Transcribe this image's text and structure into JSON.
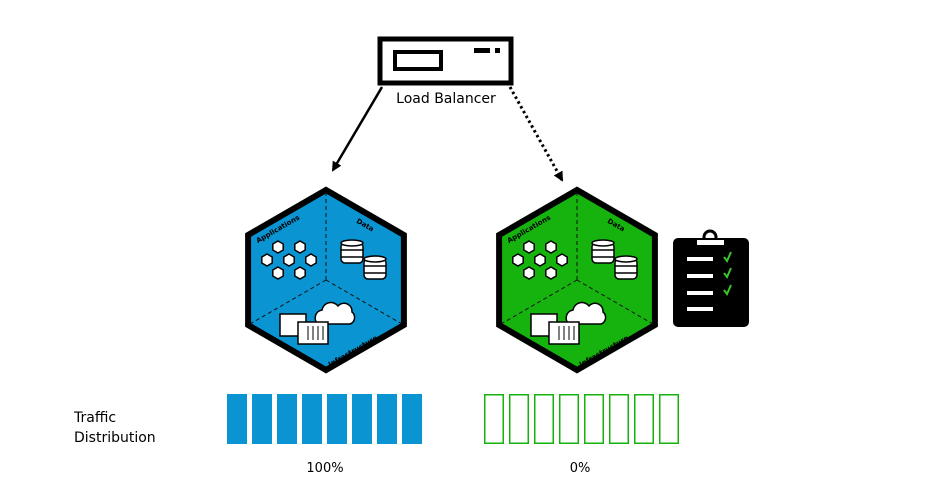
{
  "load_balancer": {
    "label": "Load Balancer",
    "icon": "server-icon"
  },
  "environments": [
    {
      "name": "blue",
      "color": "#0a94d2",
      "connection": "solid",
      "sections": {
        "applications": "Applications",
        "data": "Data",
        "infrastructure": "Infrastructure"
      },
      "traffic_percent_label": "100%",
      "traffic_fraction": 1.0
    },
    {
      "name": "green",
      "color": "#16b30f",
      "connection": "dotted",
      "sections": {
        "applications": "Applications",
        "data": "Data",
        "infrastructure": "Infrastructure"
      },
      "traffic_percent_label": "0%",
      "traffic_fraction": 0.0
    }
  ],
  "checklist": {
    "icon": "clipboard-checklist-icon",
    "check_color": "#39c42a"
  },
  "traffic": {
    "label_line1": "Traffic",
    "label_line2": "Distribution"
  }
}
